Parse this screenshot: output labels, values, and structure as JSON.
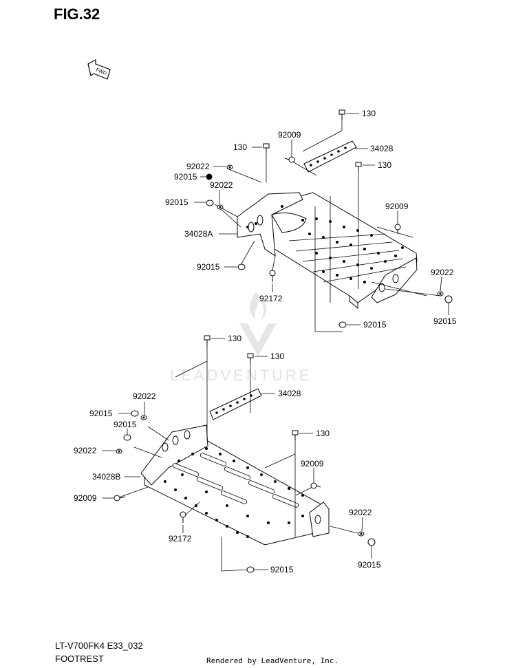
{
  "figure": {
    "title": "FIG.32"
  },
  "footer": {
    "model": "LT-V700FK4 E33_032",
    "description": "FOOTREST",
    "credit": "Rendered by LeadVenture, Inc."
  },
  "watermark": {
    "text": "LEADVENTURE"
  },
  "fwd_arrow": {
    "text": "FWD"
  },
  "upper_assembly": {
    "labels": {
      "bolt_top": "130",
      "bolt_left": "130",
      "bolt_right": "130",
      "screw_a": "92009",
      "screw_b": "92009",
      "rubber": "34028",
      "washer_a": "92022",
      "washer_b": "92022",
      "washer_c": "92022",
      "nut_a": "92015",
      "nut_b": "92015",
      "nut_c": "92015",
      "nut_d": "92015",
      "nut_e": "92015",
      "bracket": "34028A",
      "bolt_bottom": "92172"
    }
  },
  "lower_assembly": {
    "labels": {
      "bolt_top": "130",
      "bolt_mid": "130",
      "bolt_right": "130",
      "rubber": "34028",
      "washer_a": "92022",
      "washer_b": "92022",
      "washer_c": "92022",
      "nut_a": "92015",
      "nut_b": "92015",
      "nut_c": "92015",
      "nut_d": "92015",
      "bracket": "34028B",
      "screw_a": "92009",
      "screw_b": "92009",
      "bolt_bottom": "92172"
    }
  },
  "colors": {
    "line": "#000000",
    "part_fill": "#ffffff",
    "watermark": "#e3e3e3"
  }
}
